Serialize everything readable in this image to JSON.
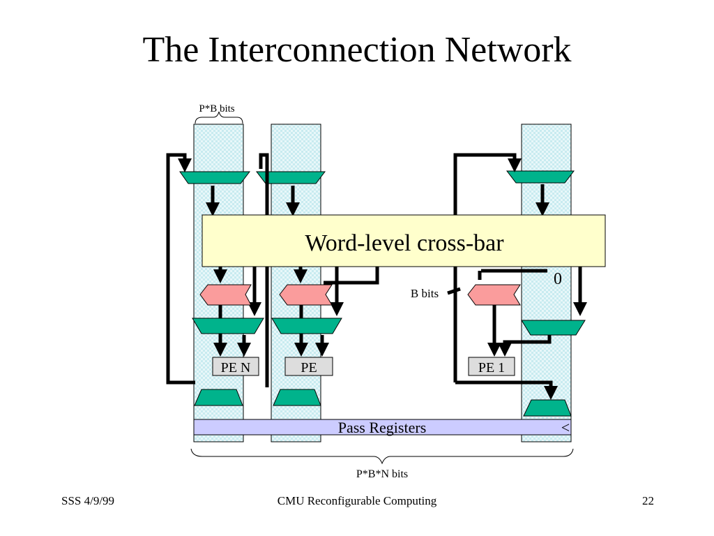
{
  "slide": {
    "title": "The Interconnection Network"
  },
  "diagram": {
    "crossbar_label": "Word-level cross-bar",
    "top_brace_label": "P*B bits",
    "bottom_brace_label": "P*B*N bits",
    "b_bits_label": "B bits",
    "zero_label": "0",
    "pass_registers_label": "Pass Registers",
    "pass_registers_mark": "<",
    "pe_labels": [
      "PE N",
      "PE",
      "PE 1"
    ],
    "colors": {
      "column_fill": "#ddf3f6",
      "mux_fill": "#00b38c",
      "register_fill": "#fa9c9c",
      "crossbar_fill": "#ffffcc",
      "pass_register_fill": "#ccccff",
      "pe_fill": "#dddddd"
    }
  },
  "footer": {
    "left": "SSS 4/9/99",
    "center": "CMU Reconfigurable Computing",
    "right": "22"
  }
}
